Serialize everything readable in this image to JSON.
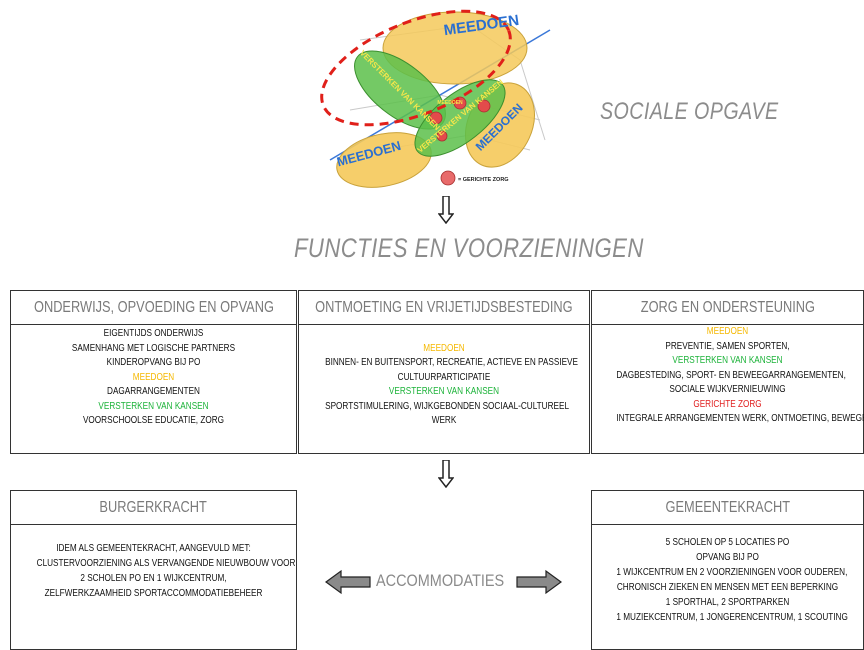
{
  "diagram": {
    "labels": {
      "meedoen_top": "MEEDOEN",
      "versterken_left": "VERSTERKEN VAN KANSEN",
      "versterken_right": "VERSTERKEN VAN KANSEN",
      "meedoen_right": "MEEDOEN",
      "meedoen_left": "MEEDOEN",
      "small_center": "MEEDOEN"
    },
    "legend_text": "= GERICHTE ZORG"
  },
  "headings": {
    "sociale_opgave": "SOCIALE OPGAVE",
    "functies": "FUNCTIES EN VOORZIENINGEN"
  },
  "panels": {
    "onderwijs": {
      "title": "ONDERWIJS, OPVOEDING EN OPVANG",
      "lines": [
        {
          "text": "EIGENTIJDS ONDERWIJS",
          "color": "black"
        },
        {
          "text": "SAMENHANG MET LOGISCHE PARTNERS",
          "color": "black"
        },
        {
          "text": "KINDEROPVANG BIJ PO",
          "color": "black"
        },
        {
          "text": "MEEDOEN",
          "color": "orange"
        },
        {
          "text": "DAGARRANGEMENTEN",
          "color": "black"
        },
        {
          "text": "VERSTERKEN VAN KANSEN",
          "color": "green"
        },
        {
          "text": "VOORSCHOOLSE EDUCATIE, ZORG",
          "color": "black"
        }
      ]
    },
    "ontmoeting": {
      "title": "ONTMOETING EN VRIJETIJDSBESTEDING",
      "lines": [
        {
          "text": "",
          "color": "black"
        },
        {
          "text": "MEEDOEN",
          "color": "orange"
        },
        {
          "text": "BINNEN- EN BUITENSPORT, RECREATIE, ACTIEVE EN PASSIEVE",
          "color": "black"
        },
        {
          "text": "CULTUURPARTICIPATIE",
          "color": "black"
        },
        {
          "text": "VERSTERKEN VAN KANSEN",
          "color": "green"
        },
        {
          "text": "SPORTSTIMULERING, WIJKGEBONDEN SOCIAAL-CULTUREEL",
          "color": "black"
        },
        {
          "text": "WERK",
          "color": "black"
        }
      ]
    },
    "zorg": {
      "title": "ZORG EN ONDERSTEUNING",
      "lines": [
        {
          "text": "MEEDOEN",
          "color": "orange"
        },
        {
          "text": "PREVENTIE, SAMEN SPORTEN,",
          "color": "black"
        },
        {
          "text": "VERSTERKEN VAN KANSEN",
          "color": "green"
        },
        {
          "text": "DAGBESTEDING, SPORT- EN BEWEEGARRANGEMENTEN,",
          "color": "black"
        },
        {
          "text": "SOCIALE WIJKVERNIEUWING",
          "color": "black"
        },
        {
          "text": "GERICHTE ZORG",
          "color": "red"
        },
        {
          "text": "INTEGRALE ARRANGEMENTEN WERK, ONTMOETING, BEWEGEN",
          "color": "black"
        }
      ]
    },
    "burgerkracht": {
      "title": "BURGERKRACHT",
      "lines": [
        {
          "text": "IDEM ALS GEMEENTEKRACHT, AANGEVULD MET:",
          "color": "black"
        },
        {
          "text": "CLUSTERVOORZIENING ALS VERVANGENDE NIEUWBOUW VOOR",
          "color": "black"
        },
        {
          "text": "2 SCHOLEN PO EN 1 WIJKCENTRUM,",
          "color": "black"
        },
        {
          "text": "ZELFWERKZAAMHEID SPORTACCOMMODATIEBEHEER",
          "color": "black"
        }
      ]
    },
    "gemeentekracht": {
      "title": "GEMEENTEKRACHT",
      "lines": [
        {
          "text": "5 SCHOLEN OP 5 LOCATIES PO",
          "color": "black"
        },
        {
          "text": "OPVANG BIJ PO",
          "color": "black"
        },
        {
          "text": "1 WIJKCENTRUM EN 2 VOORZIENINGEN VOOR OUDEREN,",
          "color": "black"
        },
        {
          "text": "CHRONISCH ZIEKEN EN MENSEN MET EEN BEPERKING",
          "color": "black"
        },
        {
          "text": "1 SPORTHAL, 2 SPORTPARKEN",
          "color": "black"
        },
        {
          "text": "1 MUZIEKCENTRUM, 1 JONGERENCENTRUM, 1 SCOUTING",
          "color": "black"
        }
      ]
    }
  },
  "accommodaties": "ACCOMMODATIES",
  "colors": {
    "orange": "#f5b800",
    "green": "#1db33a",
    "red": "#e02020",
    "title_grey": "#8c8c8c",
    "blob_yellow": "#f5c95a",
    "blob_green": "#5cbf4a",
    "dash_red": "#e0201a",
    "dot_red": "#e34b4b",
    "text_blue": "#2a6fd1"
  }
}
